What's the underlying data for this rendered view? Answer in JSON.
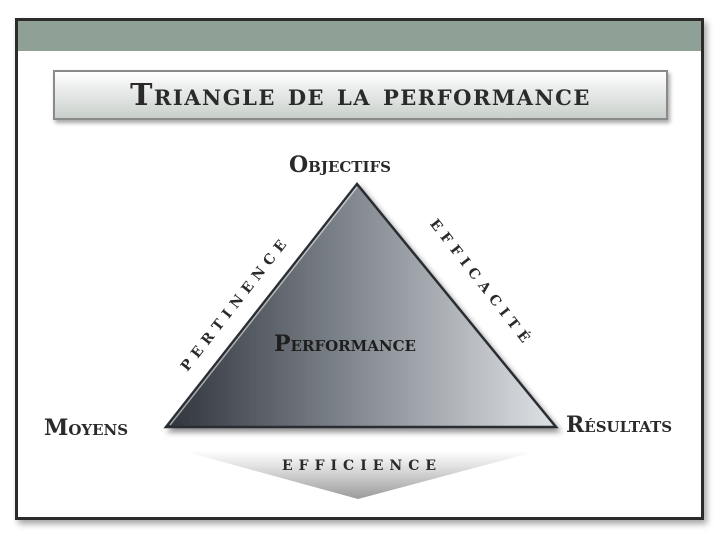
{
  "title": "Triangle de la performance",
  "vertices": {
    "top": "Objectifs",
    "left": "Moyens",
    "right": "Résultats"
  },
  "center": "Performance",
  "edges": {
    "left": "PERTINENCE",
    "right": "EFFICACITÉ",
    "bottom": "EFFICIENCE"
  },
  "colors": {
    "band": "#8fa196",
    "triangle_dark": "#3a3f47",
    "triangle_light": "#d8dbde"
  }
}
